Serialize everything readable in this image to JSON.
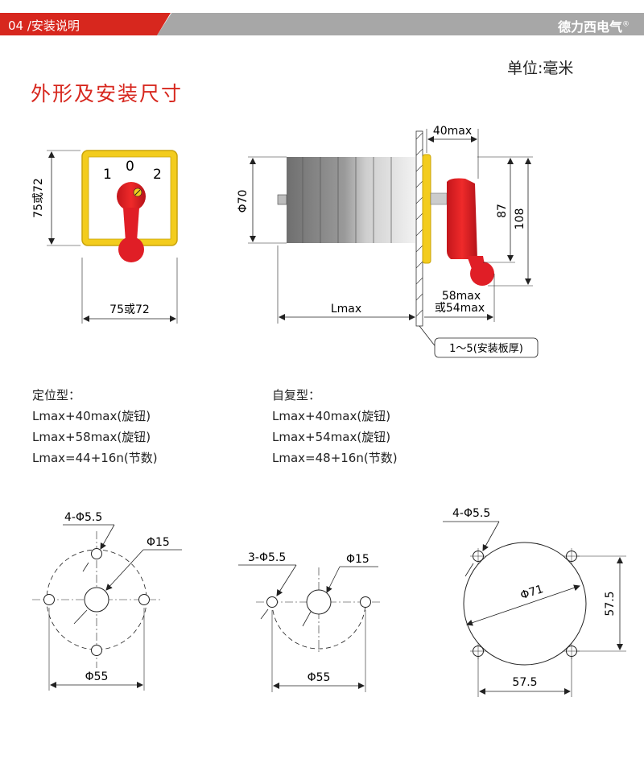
{
  "header": {
    "section_label": "04 /安装说明",
    "brand": "德力西电气",
    "registered_mark": "®"
  },
  "unit_label": "单位:毫米",
  "title": "外形及安装尺寸",
  "front_view": {
    "knob_positions": [
      "1",
      "0",
      "2"
    ],
    "height_dim": "75或72",
    "width_dim": "75或72"
  },
  "side_view": {
    "diameter": "Φ70",
    "knob_depth": "40max",
    "height_87": "87",
    "height_108": "108",
    "length": "Lmax",
    "knob_depth_alt_1": "58max",
    "knob_depth_alt_2": "或54max",
    "panel_thickness": "1～5(安装板厚)"
  },
  "notes_left": {
    "heading": "定位型：",
    "lines": [
      "Lmax+40max(旋钮)",
      "Lmax+58max(旋钮)",
      "Lmax=44+16n(节数)"
    ]
  },
  "notes_right": {
    "heading": "自复型：",
    "lines": [
      "Lmax+40max(旋钮)",
      "Lmax+54max(旋钮)",
      "Lmax=48+16n(节数)"
    ]
  },
  "hole_patterns": [
    {
      "holes": "4-Φ5.5",
      "center": "Φ15",
      "pcd": "Φ55"
    },
    {
      "holes": "3-Φ5.5",
      "center": "Φ15",
      "pcd": "Φ55"
    },
    {
      "holes": "4-Φ5.5",
      "center": "Φ71",
      "spacing_v": "57.5",
      "spacing_h": "57.5"
    }
  ],
  "colors": {
    "brand_red": "#d7271e",
    "frame_yellow": "#f3cc1d",
    "knob_red": "#e01e26",
    "header_gray": "#a7a7a7"
  }
}
